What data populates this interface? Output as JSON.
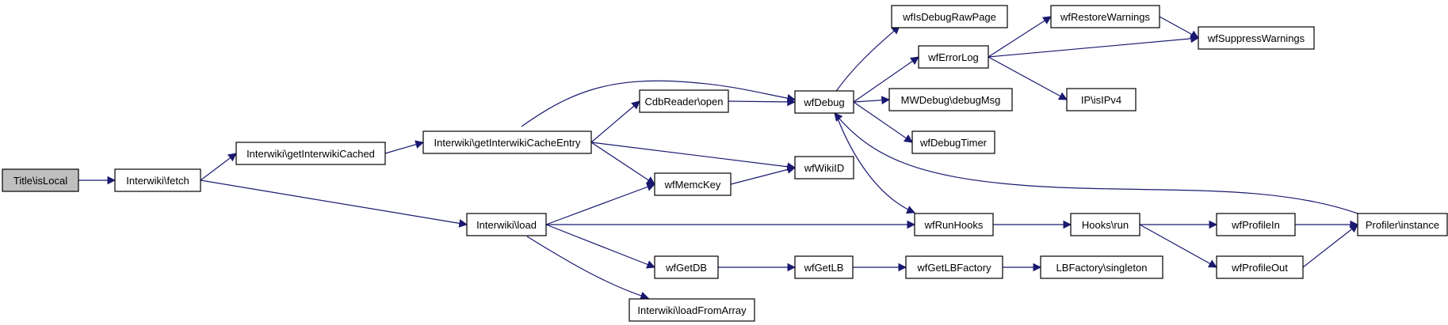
{
  "graph": {
    "nodes": [
      {
        "id": "n0",
        "label": "Title\\isLocal"
      },
      {
        "id": "n1",
        "label": "Interwiki\\fetch"
      },
      {
        "id": "n2",
        "label": "Interwiki\\getInterwikiCached"
      },
      {
        "id": "n3",
        "label": "Interwiki\\getInterwikiCacheEntry"
      },
      {
        "id": "n4",
        "label": "Interwiki\\load"
      },
      {
        "id": "n5",
        "label": "CdbReader\\open"
      },
      {
        "id": "n6",
        "label": "wfMemcKey"
      },
      {
        "id": "n7",
        "label": "wfGetDB"
      },
      {
        "id": "n8",
        "label": "Interwiki\\loadFromArray"
      },
      {
        "id": "n9",
        "label": "wfDebug"
      },
      {
        "id": "n10",
        "label": "wfWikiID"
      },
      {
        "id": "n11",
        "label": "wfGetLB"
      },
      {
        "id": "n12",
        "label": "wfIsDebugRawPage"
      },
      {
        "id": "n13",
        "label": "wfErrorLog"
      },
      {
        "id": "n14",
        "label": "MWDebug\\debugMsg"
      },
      {
        "id": "n15",
        "label": "wfDebugTimer"
      },
      {
        "id": "n16",
        "label": "wfRunHooks"
      },
      {
        "id": "n17",
        "label": "wfGetLBFactory"
      },
      {
        "id": "n18",
        "label": "wfRestoreWarnings"
      },
      {
        "id": "n19",
        "label": "IP\\isIPv4"
      },
      {
        "id": "n20",
        "label": "Hooks\\run"
      },
      {
        "id": "n21",
        "label": "LBFactory\\singleton"
      },
      {
        "id": "n22",
        "label": "wfSuppressWarnings"
      },
      {
        "id": "n23",
        "label": "wfProfileIn"
      },
      {
        "id": "n24",
        "label": "wfProfileOut"
      },
      {
        "id": "n25",
        "label": "Profiler\\instance"
      }
    ],
    "edges": [
      {
        "from": "n0",
        "to": "n1"
      },
      {
        "from": "n1",
        "to": "n2"
      },
      {
        "from": "n1",
        "to": "n4"
      },
      {
        "from": "n2",
        "to": "n3"
      },
      {
        "from": "n3",
        "to": "n5"
      },
      {
        "from": "n3",
        "to": "n9"
      },
      {
        "from": "n3",
        "to": "n6"
      },
      {
        "from": "n3",
        "to": "n10"
      },
      {
        "from": "n4",
        "to": "n6"
      },
      {
        "from": "n4",
        "to": "n16"
      },
      {
        "from": "n4",
        "to": "n7"
      },
      {
        "from": "n4",
        "to": "n8"
      },
      {
        "from": "n5",
        "to": "n9"
      },
      {
        "from": "n6",
        "to": "n10"
      },
      {
        "from": "n7",
        "to": "n11"
      },
      {
        "from": "n9",
        "to": "n12"
      },
      {
        "from": "n9",
        "to": "n13"
      },
      {
        "from": "n9",
        "to": "n14"
      },
      {
        "from": "n9",
        "to": "n15"
      },
      {
        "from": "n9",
        "to": "n16"
      },
      {
        "from": "n11",
        "to": "n17"
      },
      {
        "from": "n13",
        "to": "n18"
      },
      {
        "from": "n13",
        "to": "n22"
      },
      {
        "from": "n13",
        "to": "n19"
      },
      {
        "from": "n16",
        "to": "n20"
      },
      {
        "from": "n17",
        "to": "n21"
      },
      {
        "from": "n18",
        "to": "n22"
      },
      {
        "from": "n20",
        "to": "n23"
      },
      {
        "from": "n20",
        "to": "n24"
      },
      {
        "from": "n23",
        "to": "n25"
      },
      {
        "from": "n24",
        "to": "n25"
      },
      {
        "from": "n25",
        "to": "n9"
      }
    ],
    "colors": {
      "edge": "#191970",
      "node_border": "#000000",
      "root_fill": "#bfbfbf",
      "node_fill": "#ffffff"
    }
  }
}
